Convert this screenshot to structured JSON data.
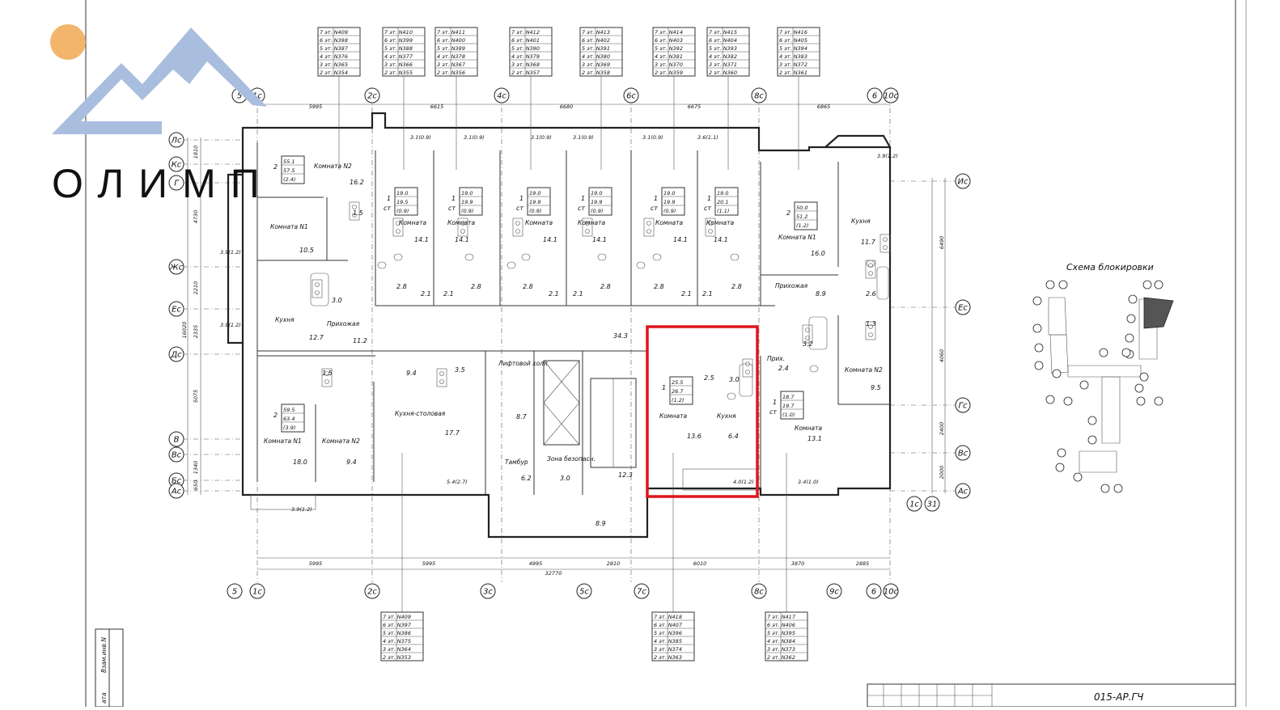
{
  "logo": {
    "text": "ОЛИМП",
    "colors": {
      "mountain": "#a9bede",
      "sun": "#f2b56b",
      "text": "#8d8d8d"
    }
  },
  "title_block": {
    "code": "015-АР.ГЧ",
    "side_label": "Взам.инв.N",
    "side_label2": "ата"
  },
  "highlight": {
    "color": "#e0151b"
  },
  "inset": {
    "title": "Схема блокировки"
  },
  "axes": {
    "top": [
      "5",
      "1с",
      "2с",
      "4с",
      "6с",
      "8с",
      "6",
      "10с"
    ],
    "bottom": [
      "5",
      "1с",
      "2с",
      "3с",
      "5с",
      "7с",
      "8с",
      "9с",
      "6",
      "10с"
    ],
    "left": [
      "Лс",
      "Кс",
      "Г",
      "Жс",
      "Ес",
      "Дс",
      "В",
      "Вс",
      "Бс",
      "Ас"
    ],
    "right": [
      "Ис",
      "Ес",
      "Гс",
      "Вс",
      "Ас"
    ],
    "extra": [
      "1с",
      "31"
    ]
  },
  "dims": {
    "top": [
      "5995",
      "6615",
      "6680",
      "6675",
      "6865"
    ],
    "bottom": [
      "5995",
      "5995",
      "4995",
      "2810",
      "6010",
      "3870",
      "2885"
    ],
    "total": "32770",
    "left": [
      "1810",
      "4730",
      "2210",
      "2335",
      "5075",
      "1340",
      "650",
      "16020"
    ],
    "right": [
      "6490",
      "4060",
      "2400",
      "2000"
    ]
  },
  "legend_top": [
    [
      "7 эт. N409",
      "6 эт. N398",
      "5 эт. N387",
      "4 эт. N376",
      "3 эт. N365",
      "2 эт. N354"
    ],
    [
      "7 эт. N410",
      "6 эт. N399",
      "5 эт. N388",
      "4 эт. N377",
      "3 эт. N366",
      "2 эт. N355"
    ],
    [
      "7 эт. N411",
      "6 эт. N400",
      "5 эт. N389",
      "4 эт. N378",
      "3 эт. N367",
      "2 эт. N356"
    ],
    [
      "7 эт. N412",
      "6 эт. N401",
      "5 эт. N390",
      "4 эт. N379",
      "3 эт. N368",
      "2 эт. N357"
    ],
    [
      "7 эт. N413",
      "6 эт. N402",
      "5 эт. N391",
      "4 эт. N380",
      "3 эт. N369",
      "2 эт. N358"
    ],
    [
      "7 эт. N414",
      "6 эт. N403",
      "5 эт. N392",
      "4 эт. N381",
      "3 эт. N370",
      "2 эт. N359"
    ],
    [
      "7 эт. N415",
      "6 эт. N404",
      "5 эт. N393",
      "4 эт. N382",
      "3 эт. N371",
      "2 эт. N360"
    ],
    [
      "7 эт. N416",
      "6 эт. N405",
      "5 эт. N394",
      "4 эт. N383",
      "3 эт. N372",
      "2 эт. N361"
    ]
  ],
  "legend_bottom": [
    [
      "7 эт. N409",
      "6 эт. N397",
      "5 эт. N386",
      "4 эт. N375",
      "3 эт. N364",
      "2 эт. N353"
    ],
    [
      "7 эт. N418",
      "6 эт. N407",
      "5 эт. N396",
      "4 эт. N385",
      "3 эт. N374",
      "2 эт. N363"
    ],
    [
      "7 эт. N417",
      "6 эт. N406",
      "5 эт. N395",
      "4 эт. N384",
      "3 эт. N373",
      "2 эт. N362"
    ]
  ],
  "apartments": [
    {
      "n": "2",
      "a": [
        "55.1",
        "57.5",
        "(2.4)"
      ]
    },
    {
      "n": "1\nст",
      "a": [
        "19.0",
        "19.5",
        "(0.9)"
      ]
    },
    {
      "n": "1\nст",
      "a": [
        "19.0",
        "19.9",
        "(0.9)"
      ]
    },
    {
      "n": "1\nст",
      "a": [
        "19.0",
        "19.9",
        "(0.9)"
      ]
    },
    {
      "n": "1\nст",
      "a": [
        "19.0",
        "19.9",
        "(0.9)"
      ]
    },
    {
      "n": "1\nст",
      "a": [
        "19.0",
        "19.9",
        "(0.9)"
      ]
    },
    {
      "n": "1\nст",
      "a": [
        "19.0",
        "20.1",
        "(1.1)"
      ]
    },
    {
      "n": "2",
      "a": [
        "50.0",
        "51.2",
        "(1.2)"
      ]
    },
    {
      "n": "2",
      "a": [
        "59.5",
        "63.4",
        "(3.9)"
      ]
    },
    {
      "n": "1",
      "a": [
        "25.5",
        "26.7",
        "(1.2)"
      ]
    },
    {
      "n": "1\nст",
      "a": [
        "18.7",
        "19.7",
        "(1.0)"
      ]
    }
  ],
  "rooms": {
    "komnata2": "Комната N2",
    "komnata1": "Комната N1",
    "kuhnya": "Кухня",
    "prihozhaya": "Прихожая",
    "komnata": "Комната",
    "kuhnya_stol": "Кухня-столовая",
    "lift_holl": "Лифтовой холл",
    "tambur": "Тамбур",
    "zona": "Зона безопасн.",
    "prih": "Прих."
  },
  "areas": [
    "16.2",
    "1.5",
    "10.5",
    "3.0",
    "12.7",
    "11.2",
    "1.5",
    "9.4",
    "3.5",
    "18.0",
    "9.4",
    "17.7",
    "8.7",
    "6.2",
    "3.0",
    "12.3",
    "8.9",
    "34.3",
    "14.1",
    "2.8",
    "2.1",
    "2.5",
    "3.0",
    "13.6",
    "6.4",
    "2.4",
    "3.2",
    "13.1",
    "16.0",
    "11.7",
    "8.9",
    "2.6",
    "1.3",
    "9.5"
  ],
  "balconies": [
    "3.1(0.9)",
    "3.6(1.1)",
    "3.9(1.2)",
    "3.9(1.2)",
    "3.9(1.2)",
    "5.4(2.7)",
    "4.0(1.2)",
    "3.4(1.0)",
    "3.9(1.2)"
  ]
}
